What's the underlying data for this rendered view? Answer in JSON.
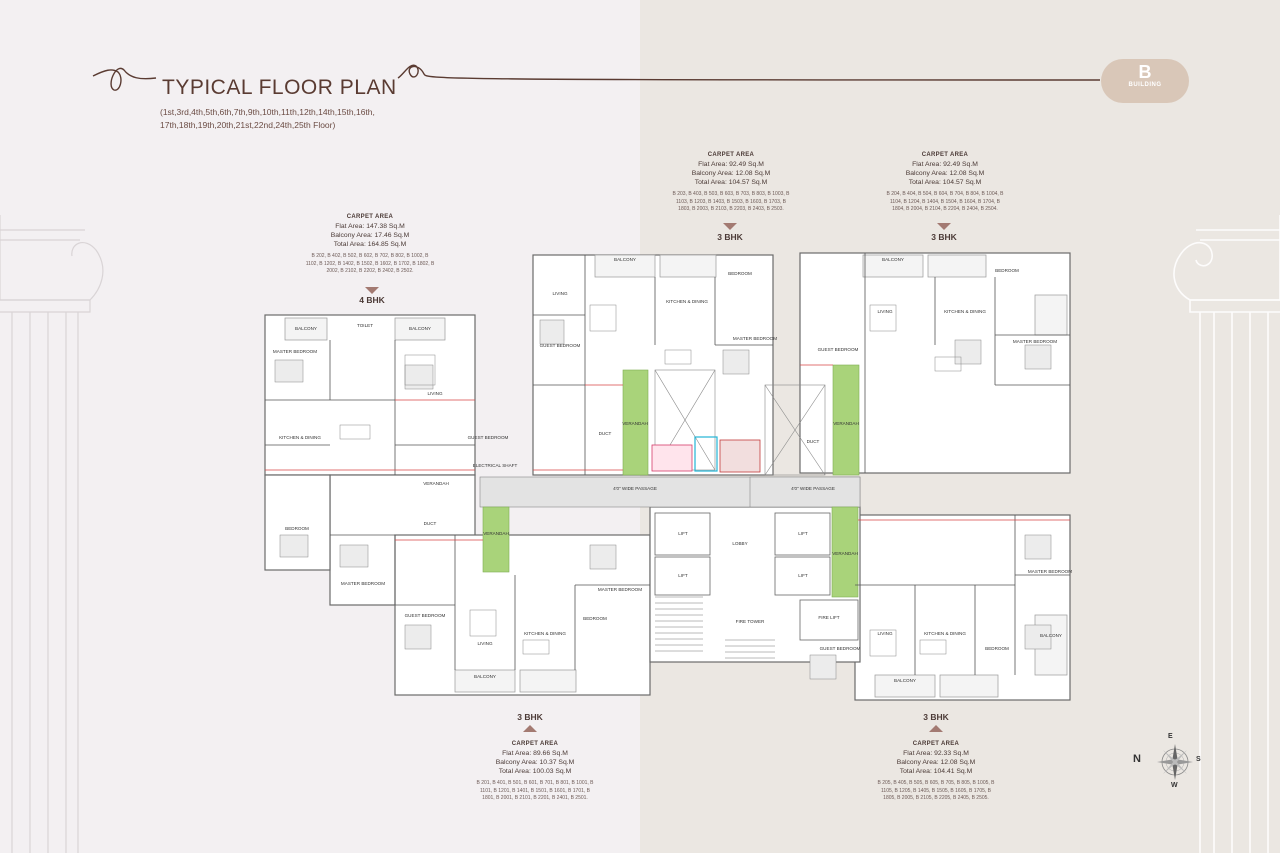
{
  "header": {
    "title": "TYPICAL FLOOR PLAN",
    "floors_text": "(1st,3rd,4th,5th,6th,7th,9th,10th,11th,12th,14th,15th,16th, 17th,18th,19th,20th,21st,22nd,24th,25th Floor)"
  },
  "badge": {
    "letter": "B",
    "label": "BUILDING"
  },
  "units": [
    {
      "id": "4bhk-top-left",
      "carpet_label": "CARPET AREA",
      "flat_area": "Flat Area: 147.38 Sq.M",
      "balcony_area": "Balcony Area: 17.46 Sq.M",
      "total_area": "Total Area: 164.85 Sq.M",
      "unit_list": "B 202, B 402, B 502, B 602, B 702, B 802, B 1002, B 1102, B 1202, B 1402, B 1502, B 1602, B 1702, B 1802, B 2002, B 2102, B 2202, B 2402, B 2502.",
      "bhk": "4 BHK"
    },
    {
      "id": "3bhk-top-center",
      "carpet_label": "CARPET AREA",
      "flat_area": "Flat Area: 92.49 Sq.M",
      "balcony_area": "Balcony Area: 12.08 Sq.M",
      "total_area": "Total Area: 104.57 Sq.M",
      "unit_list": "B 203, B 403, B 503, B 603, B 703, B 803, B 1003, B 1103, B 1203, B 1403, B 1503, B 1603, B 1703, B 1803, B 2003, B 2103, B 2203, B 2403, B 2503.",
      "bhk": "3 BHK"
    },
    {
      "id": "3bhk-top-right",
      "carpet_label": "CARPET AREA",
      "flat_area": "Flat Area: 92.49 Sq.M",
      "balcony_area": "Balcony Area: 12.08 Sq.M",
      "total_area": "Total Area: 104.57 Sq.M",
      "unit_list": "B 204, B 404, B 504, B 604, B 704, B 804, B 1004, B 1104, B 1204, B 1404, B 1504, B 1604, B 1704, B 1804, B 2004, B 2104, B 2204, B 2404, B 2504.",
      "bhk": "3 BHK"
    },
    {
      "id": "3bhk-bottom-center",
      "carpet_label": "CARPET AREA",
      "flat_area": "Flat Area: 89.66 Sq.M",
      "balcony_area": "Balcony Area: 10.37 Sq.M",
      "total_area": "Total Area: 100.03 Sq.M",
      "unit_list": "B 201, B 401, B 501, B 601, B 701, B 801, B 1001, B 1101, B 1201, B 1401, B 1501, B 1601, B 1701, B 1801, B 2001, B 2101, B 2201, B 2401, B 2501.",
      "bhk": "3 BHK"
    },
    {
      "id": "3bhk-bottom-right",
      "carpet_label": "CARPET AREA",
      "flat_area": "Flat Area: 92.33 Sq.M",
      "balcony_area": "Balcony Area: 12.08 Sq.M",
      "total_area": "Total Area: 104.41 Sq.M",
      "unit_list": "B 205, B 405, B 505, B 605, B 705, B 805, B 1005, B 1105, B 1205, B 1405, B 1505, B 1605, B 1705, B 1805, B 2005, B 2105, B 2205, B 2405, B 2505.",
      "bhk": "3 BHK"
    }
  ],
  "plan_labels": {
    "passage_left": "4'0\" WIDE PASSAGE",
    "passage_right": "4'0\" WIDE PASSAGE",
    "lobby": "LOBBY",
    "lift_1": "LIFT",
    "lift_2": "LIFT",
    "lift_3": "LIFT",
    "lift_4": "LIFT",
    "fire_lift": "FIRE LIFT",
    "duct": "DUCT",
    "fire_tower": "FIRE TOWER",
    "living": "LIVING",
    "kitchen": "KITCHEN & DINING",
    "master_bedroom": "MASTER BEDROOM",
    "bedroom": "BEDROOM",
    "guest_bedroom": "GUEST BEDROOM",
    "balcony": "BALCONY",
    "toilet": "TOILET",
    "verandah": "VERANDAH",
    "electrical_shaft": "ELECTRICAL SHAFT"
  },
  "compass": {
    "n": "N",
    "e": "E",
    "s": "S",
    "w": "W"
  },
  "colors": {
    "accent": "#5a3b32",
    "badge": "#d9c7b8",
    "verandah": "#a9d37a",
    "tri": "#a37a72"
  }
}
